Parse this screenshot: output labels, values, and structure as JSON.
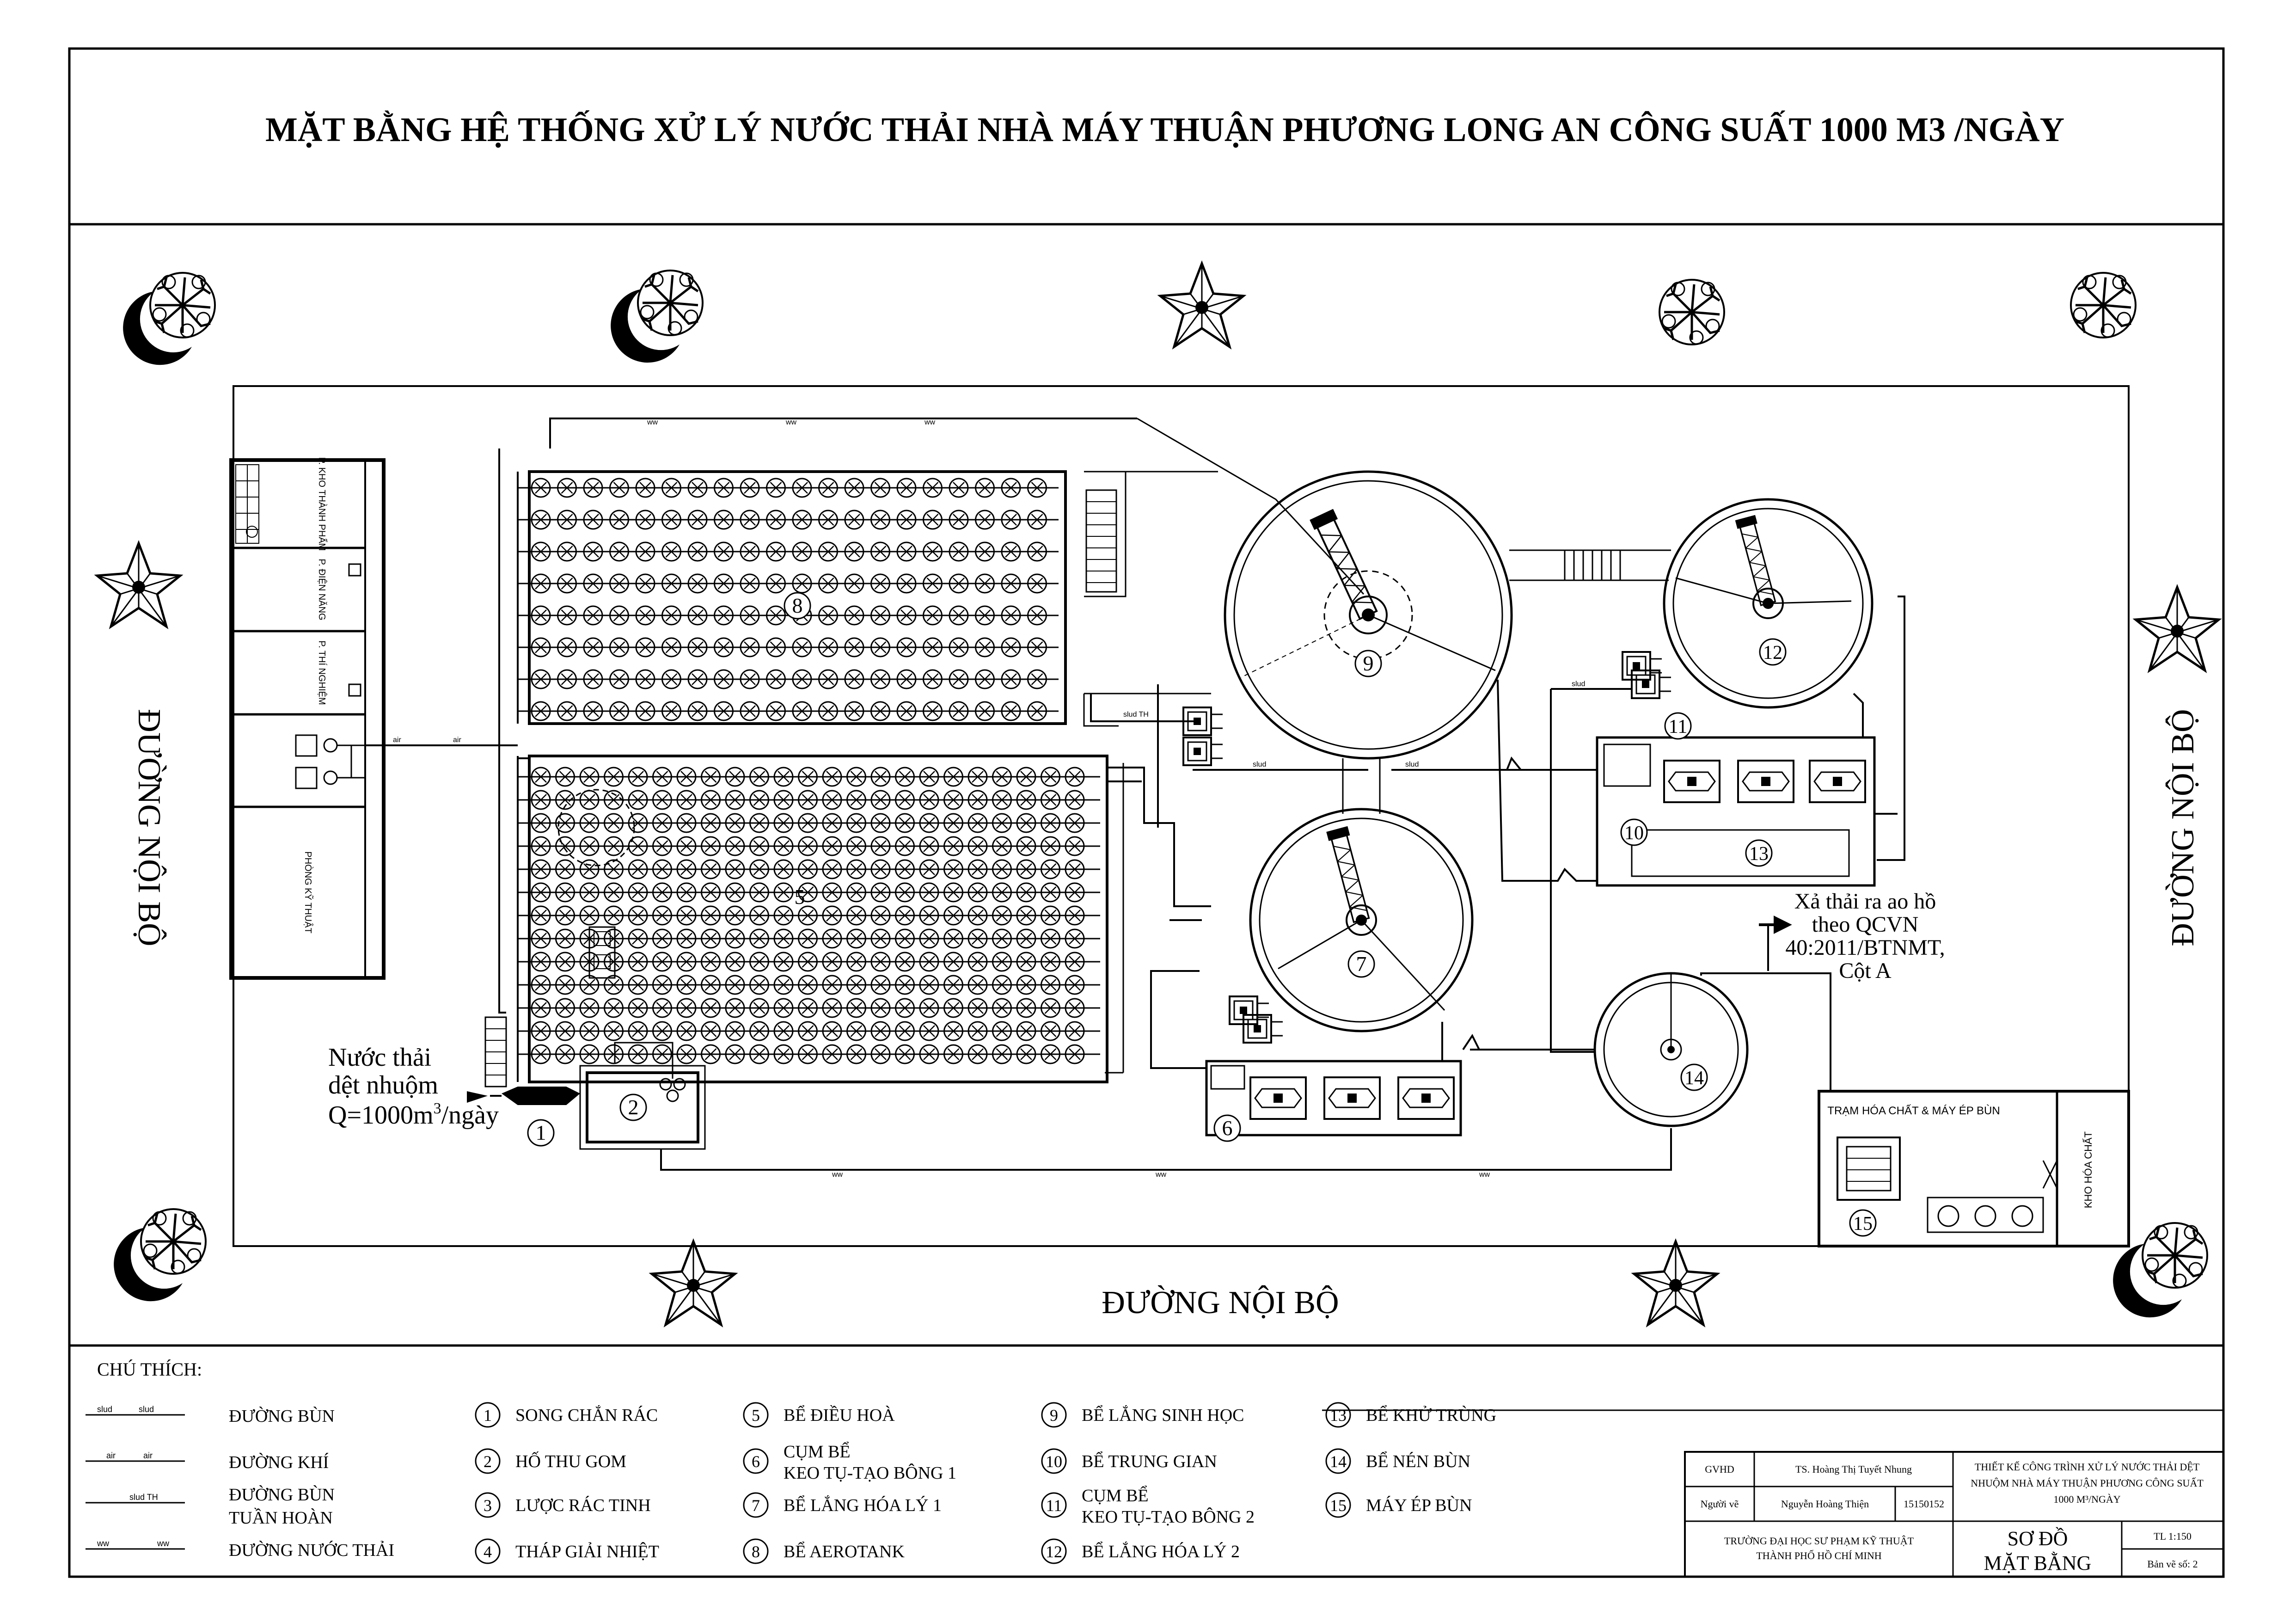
{
  "title": "MẶT BẰNG HỆ THỐNG XỬ LÝ NƯỚC THẢI NHÀ MÁY THUẬN PHƯƠNG LONG AN CÔNG SUẤT 1000 M3 /NGÀY",
  "roads": {
    "left": "ĐƯỜNG NỘI BỘ",
    "right": "ĐƯỜNG NỘI BỘ",
    "bottom": "ĐƯỜNG NỘI BỘ"
  },
  "influent": {
    "line1": "Nước thải",
    "line2": "dệt nhuộm",
    "line3_q": "Q=1000m",
    "line3_sup": "3",
    "line3_tail": "/ngày"
  },
  "discharge": {
    "line1": "Xả thải ra ao hồ",
    "line2": "theo QCVN",
    "line3": "40:2011/BTNMT,",
    "line4": "Cột A"
  },
  "station": {
    "label": "TRẠM HÓA CHẤT & MÁY ÉP BÙN",
    "storage": "KHO HÓA CHẤT"
  },
  "rooms": [
    "P. KHO THÀNH PHẨM",
    "P. ĐIỆN NĂNG",
    "P. THÍ NGHIỆM",
    "",
    "PHÒNG KỸ THUẬT"
  ],
  "pipe_codes": {
    "ww": "ww",
    "air": "air",
    "slud": "slud",
    "slud_th": "slud TH"
  },
  "legend": {
    "heading": "CHÚ THÍCH:",
    "lines": [
      {
        "code_a": "slud",
        "code_b": "slud",
        "label": "ĐƯỜNG BÙN"
      },
      {
        "code_a": "air",
        "code_b": "air",
        "label": "ĐƯỜNG KHÍ"
      },
      {
        "code_a": "slud TH",
        "code_b": "",
        "label": "ĐƯỜNG BÙN",
        "label2": "TUẦN HOÀN"
      },
      {
        "code_a": "ww",
        "code_b": "ww",
        "label": "ĐƯỜNG NƯỚC THẢI"
      }
    ],
    "items": [
      {
        "n": "1",
        "label": "SONG CHẮN RÁC"
      },
      {
        "n": "2",
        "label": "HỐ THU GOM"
      },
      {
        "n": "3",
        "label": "LƯỢC RÁC TINH"
      },
      {
        "n": "4",
        "label": "THÁP GIẢI NHIỆT"
      },
      {
        "n": "5",
        "label": "BỂ ĐIỀU HOÀ"
      },
      {
        "n": "6",
        "label": "CỤM BỂ",
        "label2": "KEO TỤ-TẠO BÔNG 1"
      },
      {
        "n": "7",
        "label": "BỂ LẮNG HÓA LÝ 1"
      },
      {
        "n": "8",
        "label": "BỂ AEROTANK"
      },
      {
        "n": "9",
        "label": "BỂ LẮNG SINH HỌC"
      },
      {
        "n": "10",
        "label": "BỂ TRUNG GIAN"
      },
      {
        "n": "11",
        "label": "CỤM BỂ",
        "label2": "KEO TỤ-TẠO BÔNG 2"
      },
      {
        "n": "12",
        "label": "BỂ LẮNG HÓA LÝ 2"
      },
      {
        "n": "13",
        "label": "BỂ KHỬ TRÙNG"
      },
      {
        "n": "14",
        "label": "BỂ NÉN BÙN"
      },
      {
        "n": "15",
        "label": "MÁY ÉP BÙN"
      }
    ]
  },
  "title_block": {
    "gvhd_label": "GVHD",
    "gvhd_name": "TS. Hoàng Thị Tuyết Nhung",
    "author_label": "Người vẽ",
    "author_name": "Nguyễn Hoàng Thiện",
    "student_id": "15150152",
    "project_line1": "THIẾT KẾ CÔNG TRÌNH XỬ LÝ NƯỚC THẢI DỆT",
    "project_line2": "NHUỘM NHÀ MÁY THUẬN PHƯƠNG CÔNG SUẤT",
    "project_line3": "1000 M³/NGÀY",
    "school_line1": "TRƯỜNG ĐẠI HỌC SƯ PHẠM KỸ THUẬT",
    "school_line2": "THÀNH PHỐ HỒ CHÍ MINH",
    "drawing_line1": "SƠ ĐỒ",
    "drawing_line2": "MẶT BẰNG",
    "scale": "TL 1:150",
    "sheet": "Bản vẽ số: 2"
  },
  "colors": {
    "ink": "#000000",
    "paper": "#ffffff",
    "grey": "#555555"
  }
}
